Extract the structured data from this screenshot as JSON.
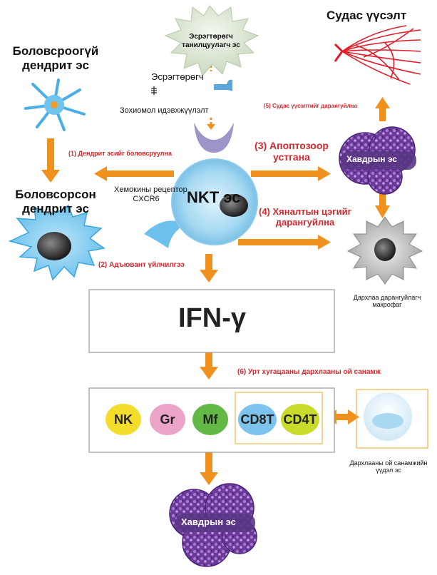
{
  "labels": {
    "immature_dc": [
      "Боловсроогүй",
      "дендрит эс"
    ],
    "mature_dc": [
      "Боловсорсон",
      "дендрит эс"
    ],
    "antigen_presenting_cell": [
      "Эсрэгтөрөгч",
      "танилцуулагч эс"
    ],
    "antigen": "Эсрэгтөрөгч",
    "structure_complex": "Зохиомол идэвхжүүлэлт",
    "angiogenesis": "Судас үүсэлт",
    "nkt_cell": "NKT эс",
    "tumor_cell": "Хавдрын эс",
    "chemokine_receptor": [
      "Хемокины рецептор",
      "CXCR6"
    ],
    "ifn_gamma": "IFN-γ",
    "immunosuppressive_macrophage": [
      "Дархлаа дарангуйлагч",
      "макрофаг"
    ],
    "memory_cell": [
      "Дархлааны ой санамжийн",
      "үүдэл эс"
    ]
  },
  "steps": {
    "step1": "(1) Дендрит эсийг боловсруулна",
    "step2": "(2) Адъювант үйлчилгээ",
    "step3": [
      "(3) Апоптозоор",
      "устгана"
    ],
    "step4": [
      "(4) Хяналтын цэгийг",
      "дарангуйлна"
    ],
    "step5": "(5) Судас үүсэлтийг дарангуйлна",
    "step6": "(6) Урт хугацааны дархлааны ой санамж"
  },
  "cells": [
    {
      "label": "NK",
      "color": "#f4dc2a"
    },
    {
      "label": "Gr",
      "color": "#eba3c7"
    },
    {
      "label": "Mf",
      "color": "#62b945"
    },
    {
      "label": "CD8T",
      "color": "#7cc3ee"
    },
    {
      "label": "CD4T",
      "color": "#c9dc2c"
    }
  ],
  "colors": {
    "arrow": "#f0911e",
    "step_text": "#d0282e",
    "nkt_body": "#a6d9f2",
    "tumor": "#7a3fa0"
  }
}
